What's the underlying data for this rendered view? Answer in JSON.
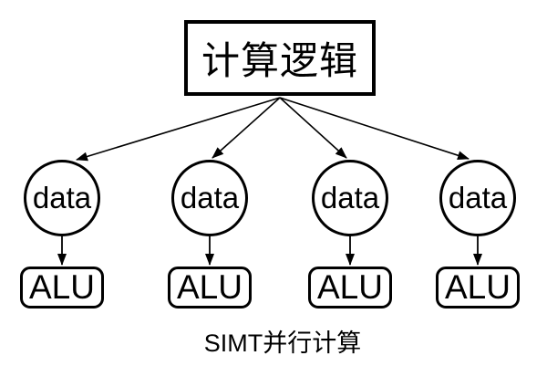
{
  "colors": {
    "background": "#ffffff",
    "line": "#000000",
    "text": "#000000"
  },
  "diagram": {
    "root_label": "计算逻辑",
    "units": [
      {
        "data_label": "data",
        "alu_label": "ALU"
      },
      {
        "data_label": "data",
        "alu_label": "ALU"
      },
      {
        "data_label": "data",
        "alu_label": "ALU"
      },
      {
        "data_label": "data",
        "alu_label": "ALU"
      }
    ],
    "caption": "SIMT并行计算"
  }
}
